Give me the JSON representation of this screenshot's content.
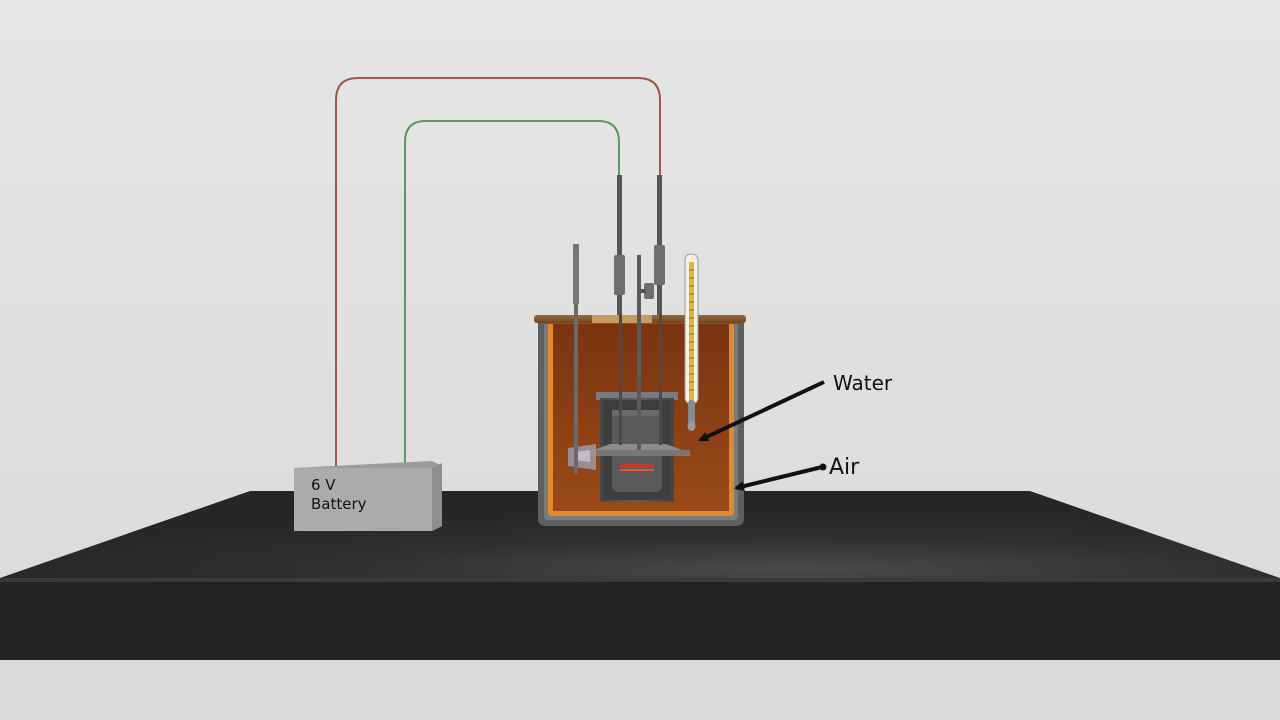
{
  "battery": {
    "voltage": "6 V",
    "name": "Battery"
  },
  "labels": {
    "water": "Water",
    "air": "Air"
  },
  "colors": {
    "background": "#e4e4e4",
    "table": "#2c2c2c",
    "battery": "#a9a9a9",
    "water": "#8a3d12",
    "outer_vessel": "#5f5f5f",
    "inner_lining": "#e08a2c",
    "red_wire": "#a0584a",
    "green_wire": "#5a9a5a"
  }
}
